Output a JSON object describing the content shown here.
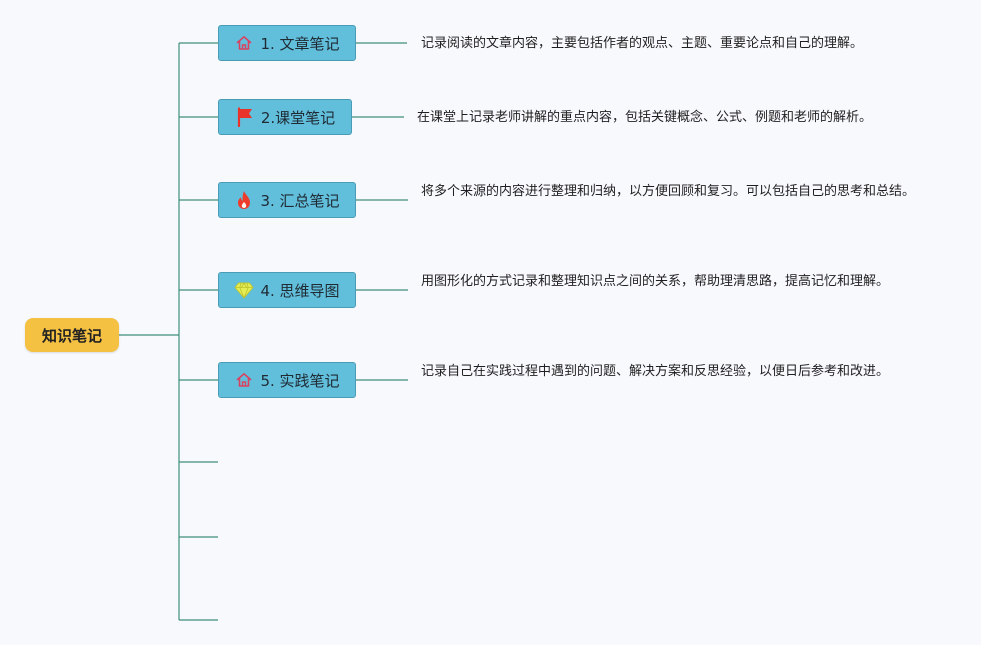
{
  "root": {
    "label": "知识笔记"
  },
  "topics": [
    {
      "label": "1. 文章笔记",
      "icon": "home-icon",
      "desc": "记录阅读的文章内容，主要包括作者的观点、主题、重要论点和自己的理解。"
    },
    {
      "label": "2.课堂笔记",
      "icon": "flag-icon",
      "desc": "在课堂上记录老师讲解的重点内容，包括关键概念、公式、例题和老师的解析。"
    },
    {
      "label": "3. 汇总笔记",
      "icon": "fire-icon",
      "desc": "将多个来源的内容进行整理和归纳，以方便回顾和复习。可以包括自己的思考和总结。"
    },
    {
      "label": "4. 思维导图",
      "icon": "diamond-icon",
      "desc": "用图形化的方式记录和整理知识点之间的关系，帮助理清思路，提高记忆和理解。"
    },
    {
      "label": "5. 实践笔记",
      "icon": "home-icon",
      "desc": "记录自己在实践过程中遇到的问题、解决方案和反思经验，以便日后参考和改进。"
    }
  ],
  "colors": {
    "connector": "#3f8f7c",
    "root_fill": "#f4c143",
    "topic_fill": "#62bfdc",
    "home_icon": "#d9415f",
    "flag_icon": "#e8332a",
    "fire_icon": "#ef3b2c",
    "diamond_icon": "#e6ee55"
  }
}
